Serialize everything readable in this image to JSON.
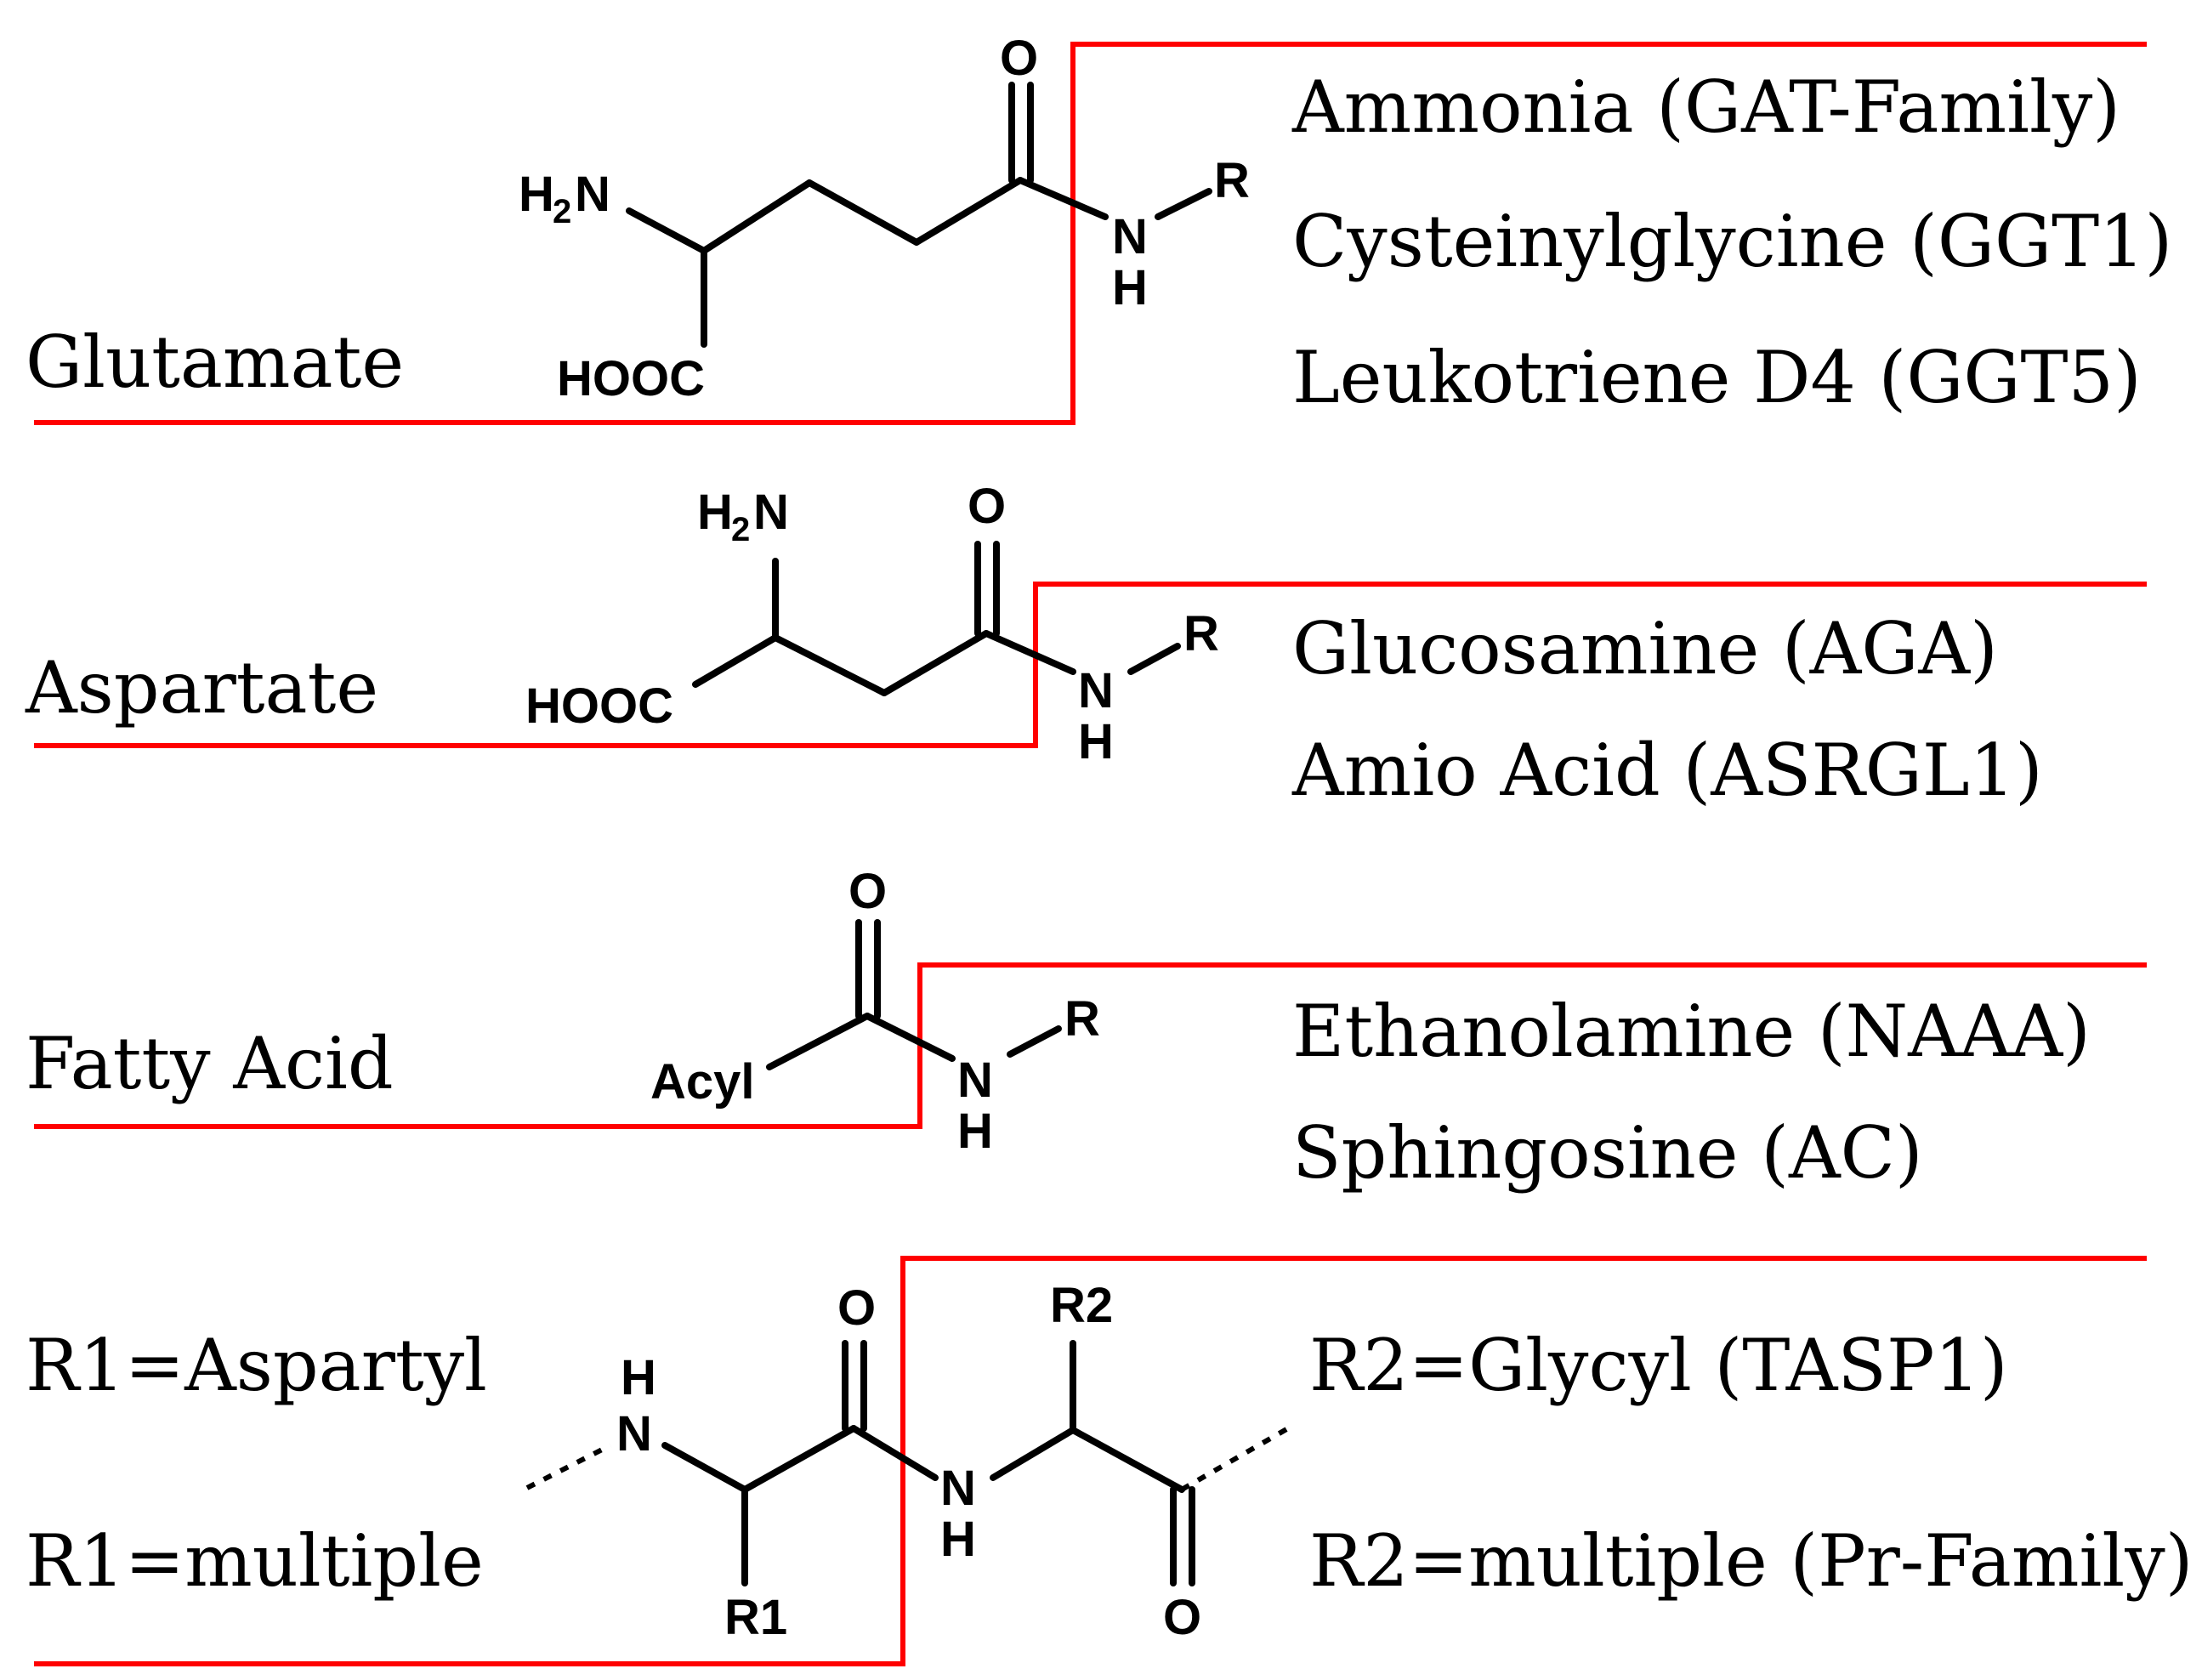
{
  "colors": {
    "cut_line": "#ff0000",
    "ink": "#000000",
    "background": "#ffffff"
  },
  "rows": [
    {
      "donor": "Glutamate",
      "products": [
        "Ammonia (GAT-Family)",
        "Cysteinylglycine (GGT1)",
        "Leukotriene D4 (GGT5)"
      ],
      "atoms": {
        "nh2": "H",
        "nh2_sub": "2",
        "nh2_n": "N",
        "acid": "HOOC",
        "oxygen": "O",
        "amide_n": "N",
        "amide_h": "H",
        "r": "R"
      }
    },
    {
      "donor": "Aspartate",
      "products": [
        "Glucosamine (AGA)",
        "Amio Acid (ASRGL1)"
      ],
      "atoms": {
        "nh2": "H",
        "nh2_sub": "2",
        "nh2_n": "N",
        "acid": "HOOC",
        "oxygen": "O",
        "amide_n": "N",
        "amide_h": "H",
        "r": "R"
      }
    },
    {
      "donor": "Fatty Acid",
      "products": [
        "Ethanolamine (NAAA)",
        "Sphingosine (AC)"
      ],
      "atoms": {
        "acyl": "Acyl",
        "oxygen": "O",
        "amide_n": "N",
        "amide_h": "H",
        "r": "R"
      }
    },
    {
      "donors": [
        "R1=Aspartyl",
        "R1=multiple"
      ],
      "products": [
        "R2=Glycyl (TASP1)",
        "R2=multiple (Pr-Family)"
      ],
      "atoms": {
        "n1_h": "H",
        "n1": "N",
        "r1": "R1",
        "oxygen1": "O",
        "n2": "N",
        "n2_h": "H",
        "r2": "R2",
        "oxygen2": "O"
      }
    }
  ]
}
